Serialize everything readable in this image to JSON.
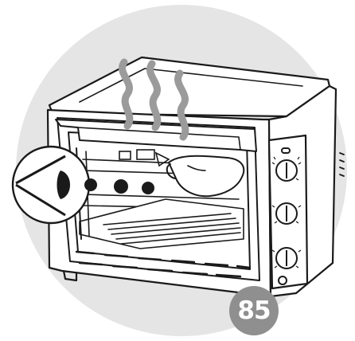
{
  "page": {
    "badge_number": "85",
    "colors": {
      "background_disc": "#e5e5e5",
      "badge": "#8f8f8f",
      "badge_text": "#ffffff",
      "line": "#1a1a1a",
      "heat": "#9b9b9b"
    }
  },
  "illustration": {
    "icons": [
      "eye-icon",
      "heat-waves-icon",
      "oven-icon",
      "oven-mitt-icon",
      "control-knob-icon"
    ],
    "control_knobs": 3,
    "rack_positions_shown": 3
  }
}
